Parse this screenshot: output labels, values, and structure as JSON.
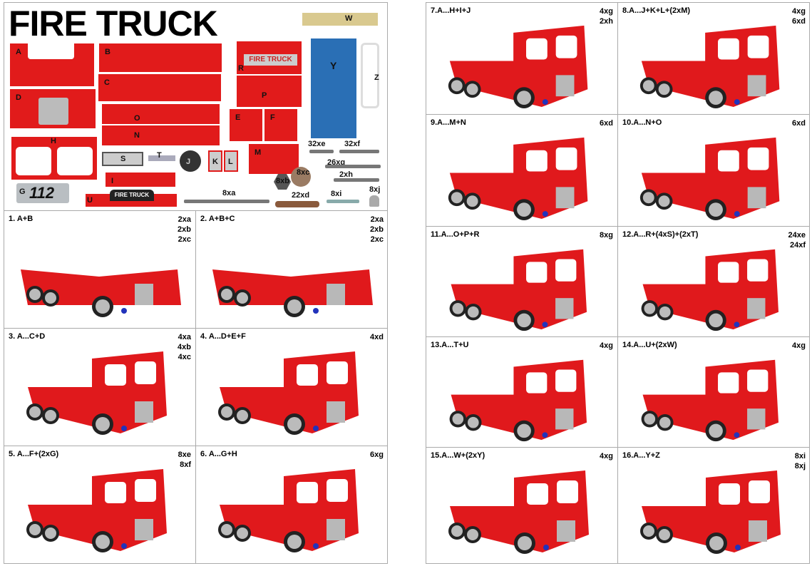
{
  "title": "FIRE TRUCK",
  "parts": {
    "A": "A",
    "B": "B",
    "C": "C",
    "D": "D",
    "E": "E",
    "F": "F",
    "G": "G",
    "H": "H",
    "I": "I",
    "J": "J",
    "K": "K",
    "L": "L",
    "M": "M",
    "N": "N",
    "O": "O",
    "P": "P",
    "R": "R",
    "S": "S",
    "T": "T",
    "U": "U",
    "W": "W",
    "Y": "Y",
    "Z": "Z",
    "sign_text": "FIRE TRUCK",
    "plate_number": "112"
  },
  "hardware": [
    "32xe",
    "32xf",
    "26xg",
    "2xh",
    "8xc",
    "8xb",
    "8xa",
    "22xd",
    "8xi",
    "8xj"
  ],
  "steps": [
    {
      "label": "1. A+B",
      "qty": [
        "2xa",
        "2xb",
        "2xc"
      ]
    },
    {
      "label": "2. A+B+C",
      "qty": [
        "2xa",
        "2xb",
        "2xc"
      ]
    },
    {
      "label": "3. A...C+D",
      "qty": [
        "4xa",
        "4xb",
        "4xc"
      ]
    },
    {
      "label": "4. A...D+E+F",
      "qty": [
        "4xd"
      ]
    },
    {
      "label": "5. A...F+(2xG)",
      "qty": [
        "8xe",
        "8xf"
      ]
    },
    {
      "label": "6. A...G+H",
      "qty": [
        "6xg"
      ]
    },
    {
      "label": "7.A...H+I+J",
      "qty": [
        "4xg",
        "2xh"
      ]
    },
    {
      "label": "8.A...J+K+L+(2xM)",
      "qty": [
        "4xg",
        "6xd"
      ]
    },
    {
      "label": "9.A...M+N",
      "qty": [
        "6xd"
      ]
    },
    {
      "label": "10.A...N+O",
      "qty": [
        "6xd"
      ]
    },
    {
      "label": "11.A...O+P+R",
      "qty": [
        "8xg"
      ]
    },
    {
      "label": "12.A...R+(4xS)+(2xT)",
      "qty": [
        "24xe",
        "24xf"
      ]
    },
    {
      "label": "13.A...T+U",
      "qty": [
        "4xg"
      ]
    },
    {
      "label": "14.A...U+(2xW)",
      "qty": [
        "4xg"
      ]
    },
    {
      "label": "15.A...W+(2xY)",
      "qty": [
        "4xg"
      ]
    },
    {
      "label": "16.A...Y+Z",
      "qty": [
        "8xi",
        "8xj"
      ]
    }
  ]
}
